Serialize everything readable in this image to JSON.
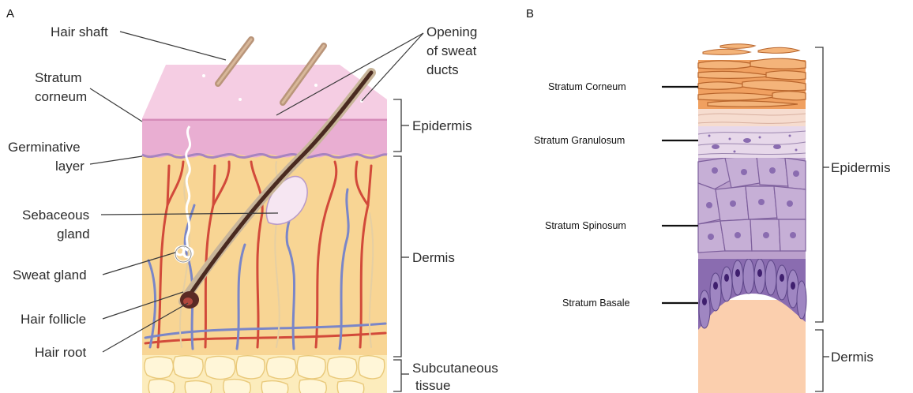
{
  "panel_a": {
    "letter": "A",
    "labels": {
      "hair_shaft": "Hair shaft",
      "opening_1": "Opening",
      "opening_2": "of sweat",
      "opening_3": "ducts",
      "stratum_corneum_1": "Stratum",
      "stratum_corneum_2": "corneum",
      "germinative_1": "Germinative",
      "germinative_2": "layer",
      "sebaceous_1": "Sebaceous",
      "sebaceous_2": "gland",
      "sweat_gland": "Sweat gland",
      "hair_follicle": "Hair follicle",
      "hair_root": "Hair root",
      "epidermis": "Epidermis",
      "dermis": "Dermis",
      "subcutaneous_1": "Subcutaneous",
      "subcutaneous_2": "tissue"
    }
  },
  "panel_b": {
    "letter": "B",
    "labels": {
      "corneum": "Stratum Corneum",
      "granulosum": "Stratum Granulosum",
      "spinosum": "Stratum Spinosum",
      "basale": "Stratum Basale",
      "epidermis": "Epidermis",
      "dermis": "Dermis"
    }
  },
  "colors": {
    "epidermis_pink": "#e9aed2",
    "dermis_peach": "#f8d594",
    "artery_red": "#d24a3a",
    "vein_blue": "#7a86c8",
    "fat_yellow": "#fbe7a8",
    "corneum_orange": "#f0a060",
    "spinosum_purple": "#bba0cc",
    "basale_violet": "#8a6cb0",
    "dermis_b_peach": "#fbcfae"
  }
}
